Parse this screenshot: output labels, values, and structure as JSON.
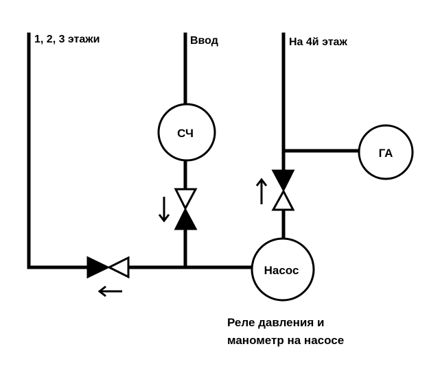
{
  "labels": {
    "floors_123": "1, 2, 3 этажи",
    "inlet": "Ввод",
    "floor_4": "На 4й этаж",
    "meter": "СЧ",
    "accumulator": "ГА",
    "pump": "Насос",
    "note_line1": "Реле давления и",
    "note_line2": "манометр на насосе"
  },
  "colors": {
    "line": "#000000",
    "background": "#ffffff"
  },
  "icons": {
    "check_valve": "check-valve-icon",
    "flow_arrow": "arrow-icon"
  }
}
